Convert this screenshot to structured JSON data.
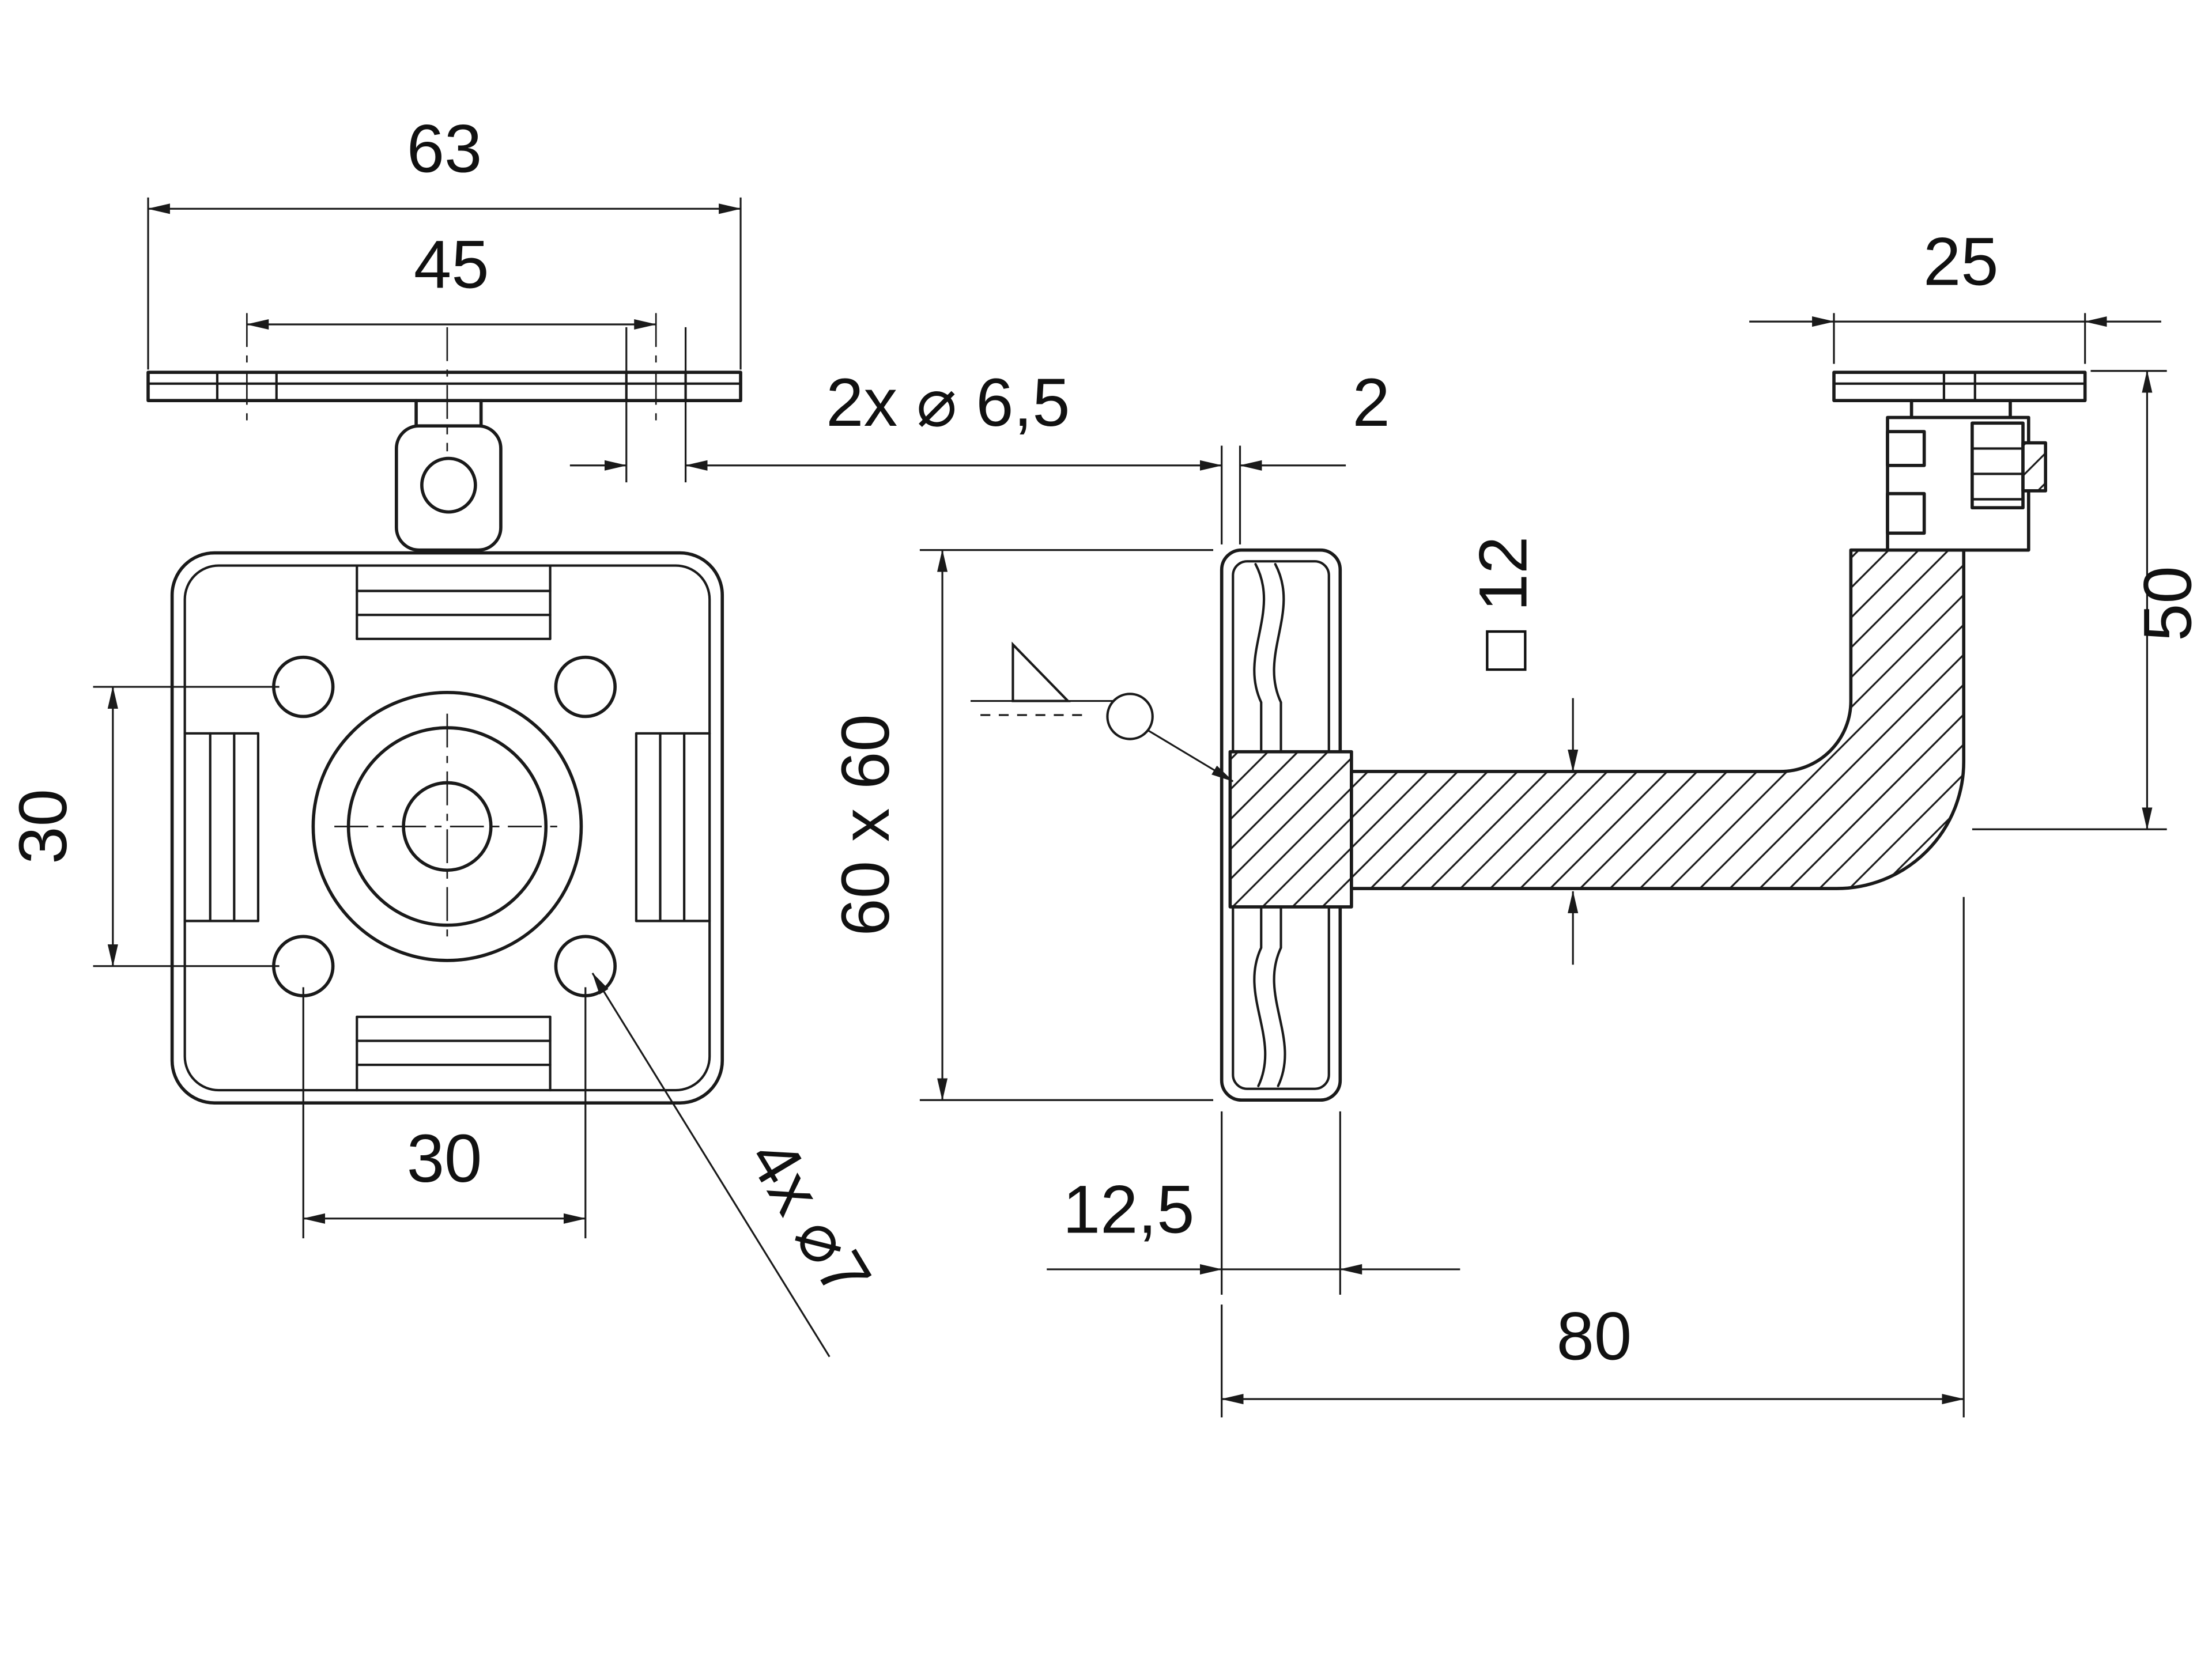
{
  "drawing": {
    "front_view": {
      "dim_saddle_width": "63",
      "dim_saddle_hole_spacing": "45",
      "dim_hole_row_spacing": "30",
      "dim_hole_col_spacing": "30",
      "label_plate_holes": "4x ⌀7"
    },
    "side_view": {
      "label_saddle_holes": "2x ⌀ 6,5",
      "dim_cap_thickness": "2",
      "dim_saddle_depth": "25",
      "dim_height": "50",
      "label_arm_square": "□ 12",
      "label_plate_size": "60 x 60",
      "dim_cap_depth": "12,5",
      "dim_arm_length": "80"
    }
  }
}
